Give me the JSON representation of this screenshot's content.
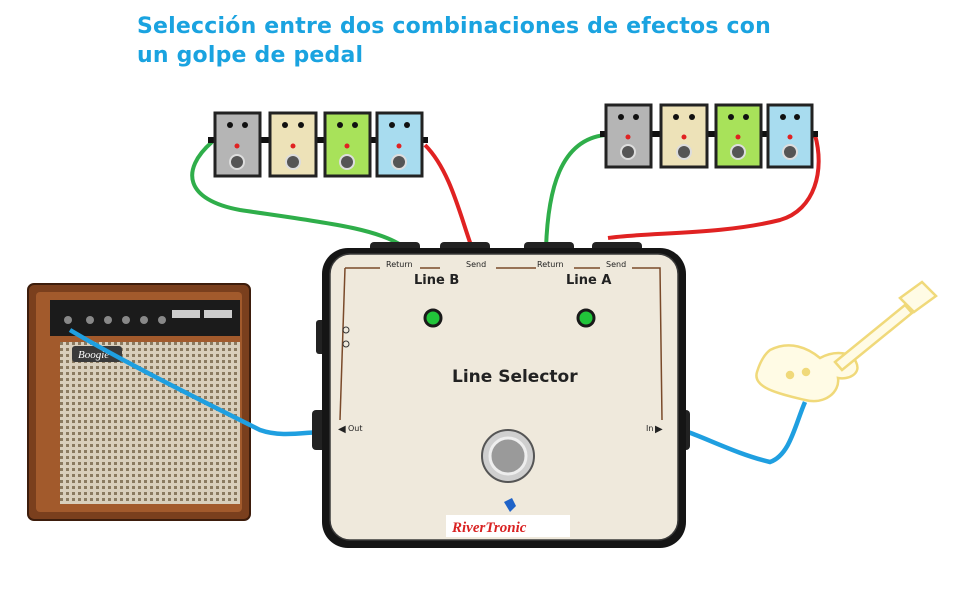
{
  "title": {
    "line1": "Selección entre dos combinaciones de efectos con",
    "line2": "un golpe de pedal"
  },
  "selector": {
    "name": "Line Selector",
    "line_b": "Line B",
    "line_a": "Line A",
    "return_b": "Return",
    "send_b": "Send",
    "return_a": "Return",
    "send_a": "Send",
    "out": "Out",
    "in": "In",
    "brand": "RiverTronic"
  },
  "amp": {
    "brand": "Boogie"
  },
  "pedal_colors": [
    "#b5b5b5",
    "#ede2b8",
    "#a8e25a",
    "#a8dcef"
  ],
  "cable_colors": {
    "green": "#2fae4a",
    "red": "#e02222",
    "blue": "#1f9fe0"
  },
  "led_color": "#21c53a"
}
